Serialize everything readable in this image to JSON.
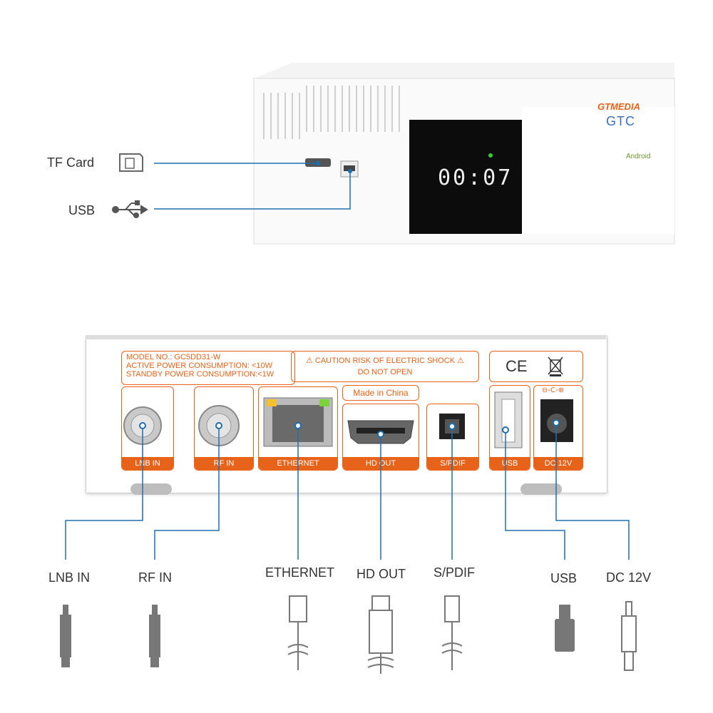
{
  "top": {
    "brand": "GTMEDIA",
    "model": "GTC",
    "os": "Android",
    "clock": "00:07",
    "side_labels": {
      "tf_card": "TF Card",
      "usb": "USB"
    }
  },
  "rear_panel": {
    "info_lines": [
      "MODEL NO.: GC5DD31-W",
      "ACTIVE POWER CONSUMPTION: <10W",
      "STANDBY POWER CONSUMPTION:<1W"
    ],
    "caution_line1": "CAUTION RISK OF ELECTRIC SHOCK",
    "caution_line2": "DO NOT OPEN",
    "ce_mark": "CE",
    "made_in": "Made in China",
    "port_labels": {
      "lnb_in": "LNB IN",
      "rf_in": "RF IN",
      "ethernet": "ETHERNET",
      "hd_out": "HD OUT",
      "spdif": "S/PDIF",
      "usb": "USB",
      "dc": "DC 12V"
    }
  },
  "callouts": {
    "lnb_in": "LNB IN",
    "rf_in": "RF IN",
    "ethernet": "ETHERNET",
    "hd_out": "HD OUT",
    "spdif": "S/PDIF",
    "usb": "USB",
    "dc": "DC 12V"
  }
}
